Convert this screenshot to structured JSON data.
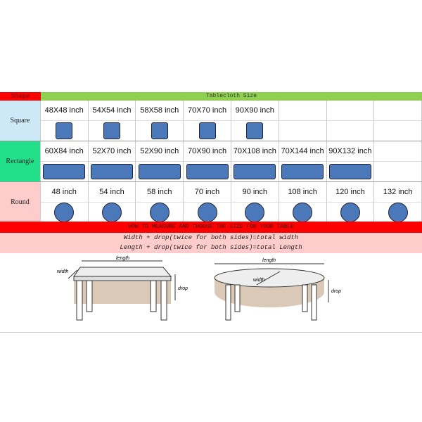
{
  "header": {
    "shape": "Shape",
    "size": "Tablecloth Size"
  },
  "rows": [
    {
      "label": "Square",
      "color": "#cde9f7",
      "shape": "sq",
      "sizes": [
        "48X48 inch",
        "54X54 inch",
        "58X58 inch",
        "70X70 inch",
        "90X90 inch",
        "",
        "",
        ""
      ]
    },
    {
      "label": "Rectangle",
      "color": "#22e08a",
      "shape": "rc",
      "sizes": [
        "60X84 inch",
        "52X70 inch",
        "52X90 inch",
        "70X90 inch",
        "70X108 inch",
        "70X144 inch",
        "90X132 inch",
        ""
      ]
    },
    {
      "label": "Round",
      "color": "#fcc",
      "shape": "rd",
      "sizes": [
        "48 inch",
        "54 inch",
        "58 inch",
        "70 inch",
        "90 inch",
        "108 inch",
        "120 inch",
        "132 inch"
      ]
    }
  ],
  "banner": "HOW TO MEASURE AND CHOOSE THE SIZE FOR YOUR TABLE",
  "formula": [
    "Width + drop(twice for both sides)=total width",
    "Length + drop(twice for both sides)=total Length"
  ],
  "diagram": {
    "length": "length",
    "width": "width",
    "drop": "drop"
  }
}
